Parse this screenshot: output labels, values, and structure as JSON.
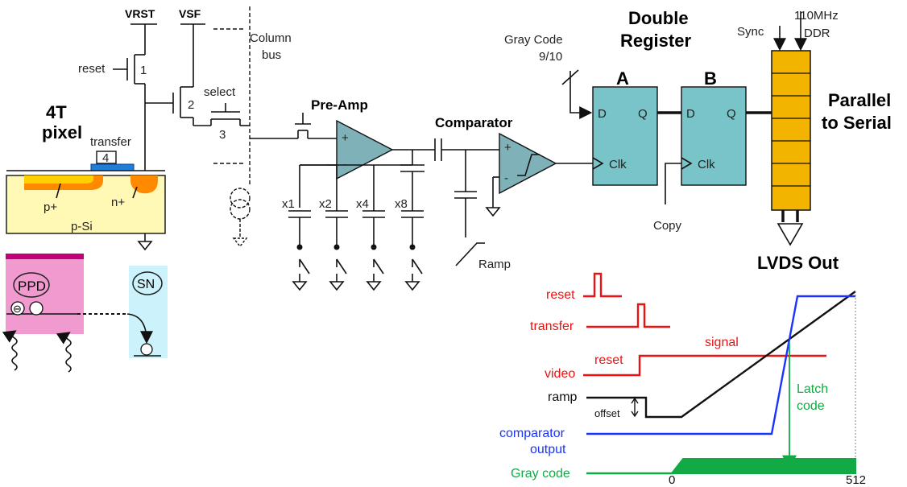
{
  "pixel": {
    "vrst": "VRST",
    "vsf": "VSF",
    "reset": "reset",
    "select": "select",
    "transfer": "transfer",
    "t1": "1",
    "t2": "2",
    "t3": "3",
    "t4": "4",
    "title_line1": "4T",
    "title_line2": "pixel",
    "pplus": "p+",
    "nplus": "n+",
    "psi": "p-Si",
    "ppd": "PPD",
    "sn": "SN",
    "electron": "⊖"
  },
  "column": {
    "bus_line1": "Column",
    "bus_line2": "bus"
  },
  "preamp": {
    "title": "Pre-Amp",
    "plus": "+",
    "minus": "-",
    "gains": [
      "x1",
      "x2",
      "x4",
      "x8"
    ]
  },
  "comparator": {
    "title": "Comparator",
    "plus": "+",
    "minus": "-",
    "ramp": "Ramp"
  },
  "register": {
    "title_line1": "Double",
    "title_line2": "Register",
    "gray_line1": "Gray Code",
    "gray_line2": "9/10",
    "a": "A",
    "b": "B",
    "d": "D",
    "q": "Q",
    "clk": "Clk",
    "copy": "Copy"
  },
  "serializer": {
    "sync": "Sync",
    "freq_line1": "110MHz",
    "freq_line2": "DDR",
    "title_line1": "Parallel",
    "title_line2": "to Serial",
    "out": "LVDS Out"
  },
  "timing": {
    "reset": "reset",
    "transfer": "transfer",
    "video": "video",
    "video_reset": "reset",
    "signal": "signal",
    "ramp": "ramp",
    "offset": "offset",
    "comp_line1": "comparator",
    "comp_line2": "output",
    "gray": "Gray code",
    "latch_line1": "Latch",
    "latch_line2": "code",
    "tick0": "0",
    "tick512": "512"
  },
  "colors": {
    "timing_red": "#ee1111",
    "timing_blue": "#1a33ff",
    "timing_green": "#11aa44",
    "amp_fill": "#7fb2b8",
    "register_fill": "#79c4c8",
    "serializer_fill": "#f3b400",
    "ppd_fill": "#f09ad0",
    "sn_fill": "#ccf2fb"
  }
}
